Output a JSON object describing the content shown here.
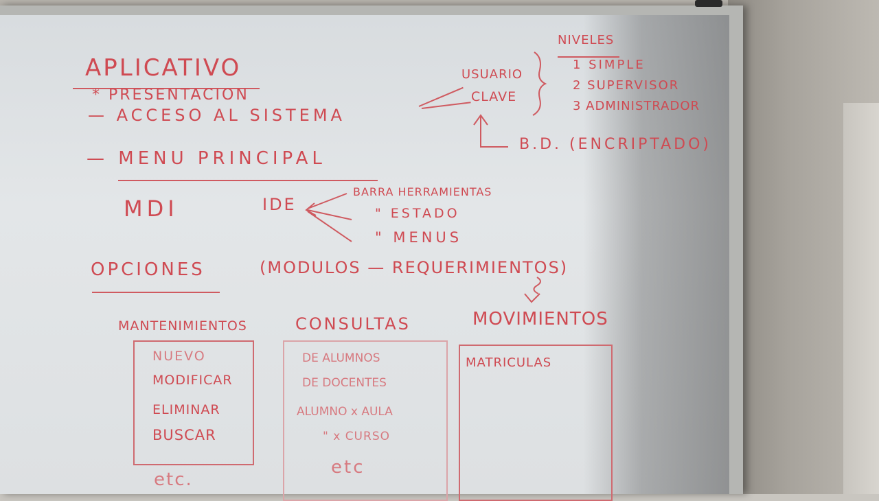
{
  "title": "APLICATIVO",
  "access": {
    "presentation": "* PRESENTACION",
    "access_line": "— ACCESO AL SISTEMA",
    "user": "USUARIO",
    "password": "CLAVE",
    "levels_title": "NIVELES",
    "levels": [
      "1  SIMPLE",
      "2  SUPERVISOR",
      "3  ADMINISTRADOR"
    ],
    "db": "B.D. (ENCRIPTADO)"
  },
  "menu": {
    "main_menu": "— MENU PRINCIPAL",
    "mdi": "MDI",
    "ide": "IDE",
    "bars": [
      "BARRA  HERRAMIENTAS",
      "\"  ESTADO",
      "\"  MENUS"
    ]
  },
  "options": {
    "label": "OPCIONES",
    "modules": "(MODULOS — REQUERIMIENTOS)"
  },
  "columns": [
    {
      "heading": "MANTENIMIENTOS",
      "items": [
        "NUEVO",
        "MODIFICAR",
        "ELIMINAR",
        "BUSCAR"
      ],
      "footer": "etc."
    },
    {
      "heading": "CONSULTAS",
      "items": [
        "DE ALUMNOS",
        "DE DOCENTES",
        "ALUMNO x AULA",
        "\"  x CURSO"
      ],
      "footer": "etc"
    },
    {
      "heading": "MOVIMIENTOS",
      "items": [
        "MATRICULAS"
      ],
      "footer": ""
    }
  ],
  "colors": {
    "marker_ink": "#cf4a52",
    "board": "#e1e4e6"
  }
}
